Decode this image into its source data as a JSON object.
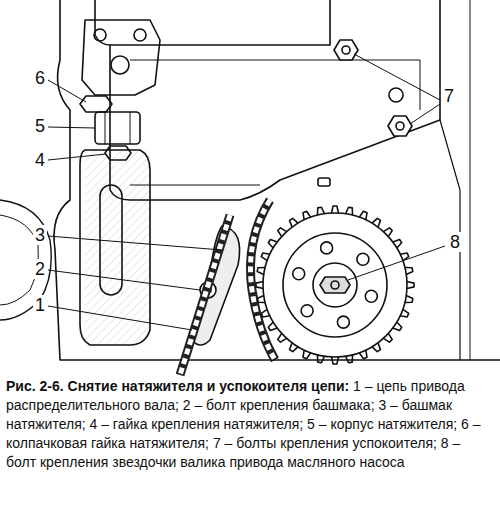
{
  "diagram": {
    "title": "Рис. 2-6. Снятие натяжителя и успокоителя цепи:",
    "caption": "1 – цепь привода распределительного вала; 2 – болт крепления башмака; 3 – башмак натяжителя; 4 – гайка крепления натяжителя; 5 – корпус натяжителя; 6 – колпачковая гайка натяжителя; 7 – болты крепления успокоителя; 8 – болт крепления звездочки валика привода масляного насоса",
    "labels": [
      "6",
      "7",
      "5",
      "4",
      "3",
      "8",
      "2",
      "1"
    ]
  }
}
